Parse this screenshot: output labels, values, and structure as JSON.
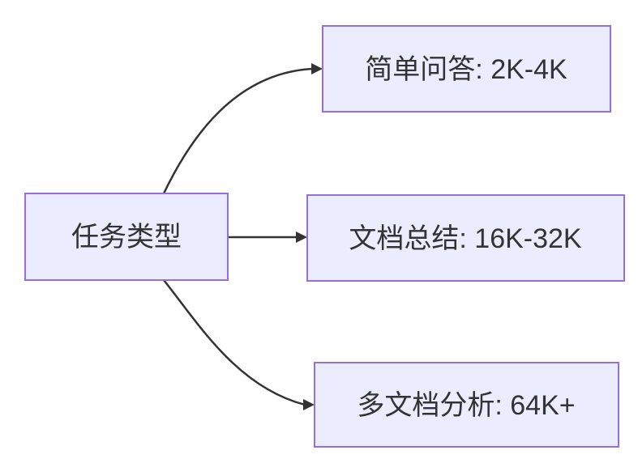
{
  "diagram": {
    "type": "flowchart-left-to-right",
    "root_node": {
      "label": "任务类型"
    },
    "branch_nodes": [
      {
        "label": "简单问答: 2K-4K"
      },
      {
        "label": "文档总结: 16K-32K"
      },
      {
        "label": "多文档分析: 64K+"
      }
    ],
    "edges": [
      {
        "from": "任务类型",
        "to": "简单问答: 2K-4K"
      },
      {
        "from": "任务类型",
        "to": "文档总结: 16K-32K"
      },
      {
        "from": "任务类型",
        "to": "多文档分析: 64K+"
      }
    ],
    "colors": {
      "node_fill": "#ECECFF",
      "node_border": "#9370DB",
      "edge": "#333333",
      "text": "#333333",
      "background": "#FFFFFF"
    }
  }
}
